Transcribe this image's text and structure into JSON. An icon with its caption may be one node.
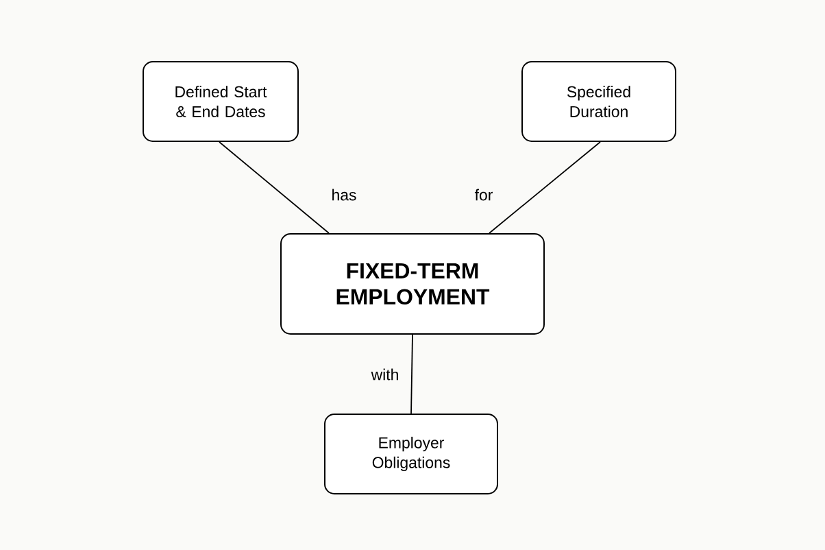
{
  "diagram": {
    "nodes": [
      {
        "text": [
          "Defined Start & End Dates"
        ]
      },
      {
        "text": [
          "Specified Duration"
        ]
      },
      {
        "text": [
          "FIXED-TERM EMPLOYMENT"
        ]
      },
      {
        "text": [
          "Employer Obligations"
        ]
      }
    ],
    "edges": [
      {
        "from": 2,
        "to": 0,
        "arrow": "none",
        "label": "has"
      },
      {
        "from": 2,
        "to": 1,
        "arrow": "none",
        "label": "for"
      },
      {
        "from": 2,
        "to": 3,
        "arrow": "none",
        "label": "with"
      }
    ]
  }
}
